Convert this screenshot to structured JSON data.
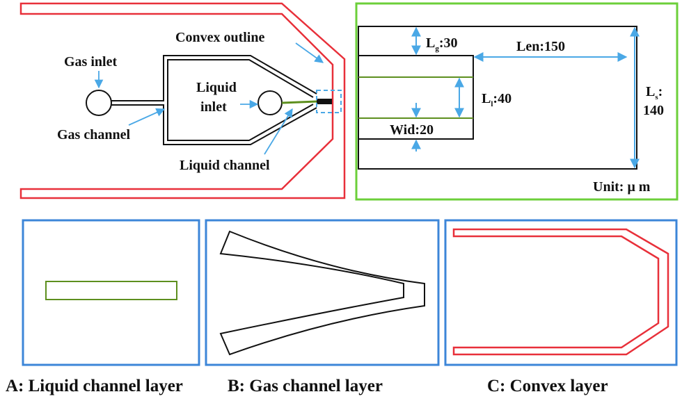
{
  "colors": {
    "convex": "#e8303a",
    "panel_green": "#6ccf3a",
    "panel_blue": "#3c86d8",
    "liquid": "#5d8f1e",
    "arrow": "#4aa8e6",
    "ink": "#111111"
  },
  "overview": {
    "gas_inlet": "Gas inlet",
    "gas_channel": "Gas channel",
    "convex_outline": "Convex outline",
    "liquid_inlet_line1": "Liquid",
    "liquid_inlet_line2": "inlet",
    "liquid_channel": "Liquid channel"
  },
  "detail": {
    "lg_base": "L",
    "lg_sub": "g",
    "lg_value": ":30",
    "len": "Len:150",
    "ll_base": "L",
    "ll_sub": "l",
    "ll_value": ":40",
    "ls_base": "L",
    "ls_sub": "s",
    "ls_colon": ":",
    "ls_value": "140",
    "wid": "Wid:20",
    "unit": "Unit: μ m"
  },
  "captions": {
    "a": "A: Liquid channel layer",
    "b": "B: Gas channel layer",
    "c": "C: Convex layer"
  }
}
